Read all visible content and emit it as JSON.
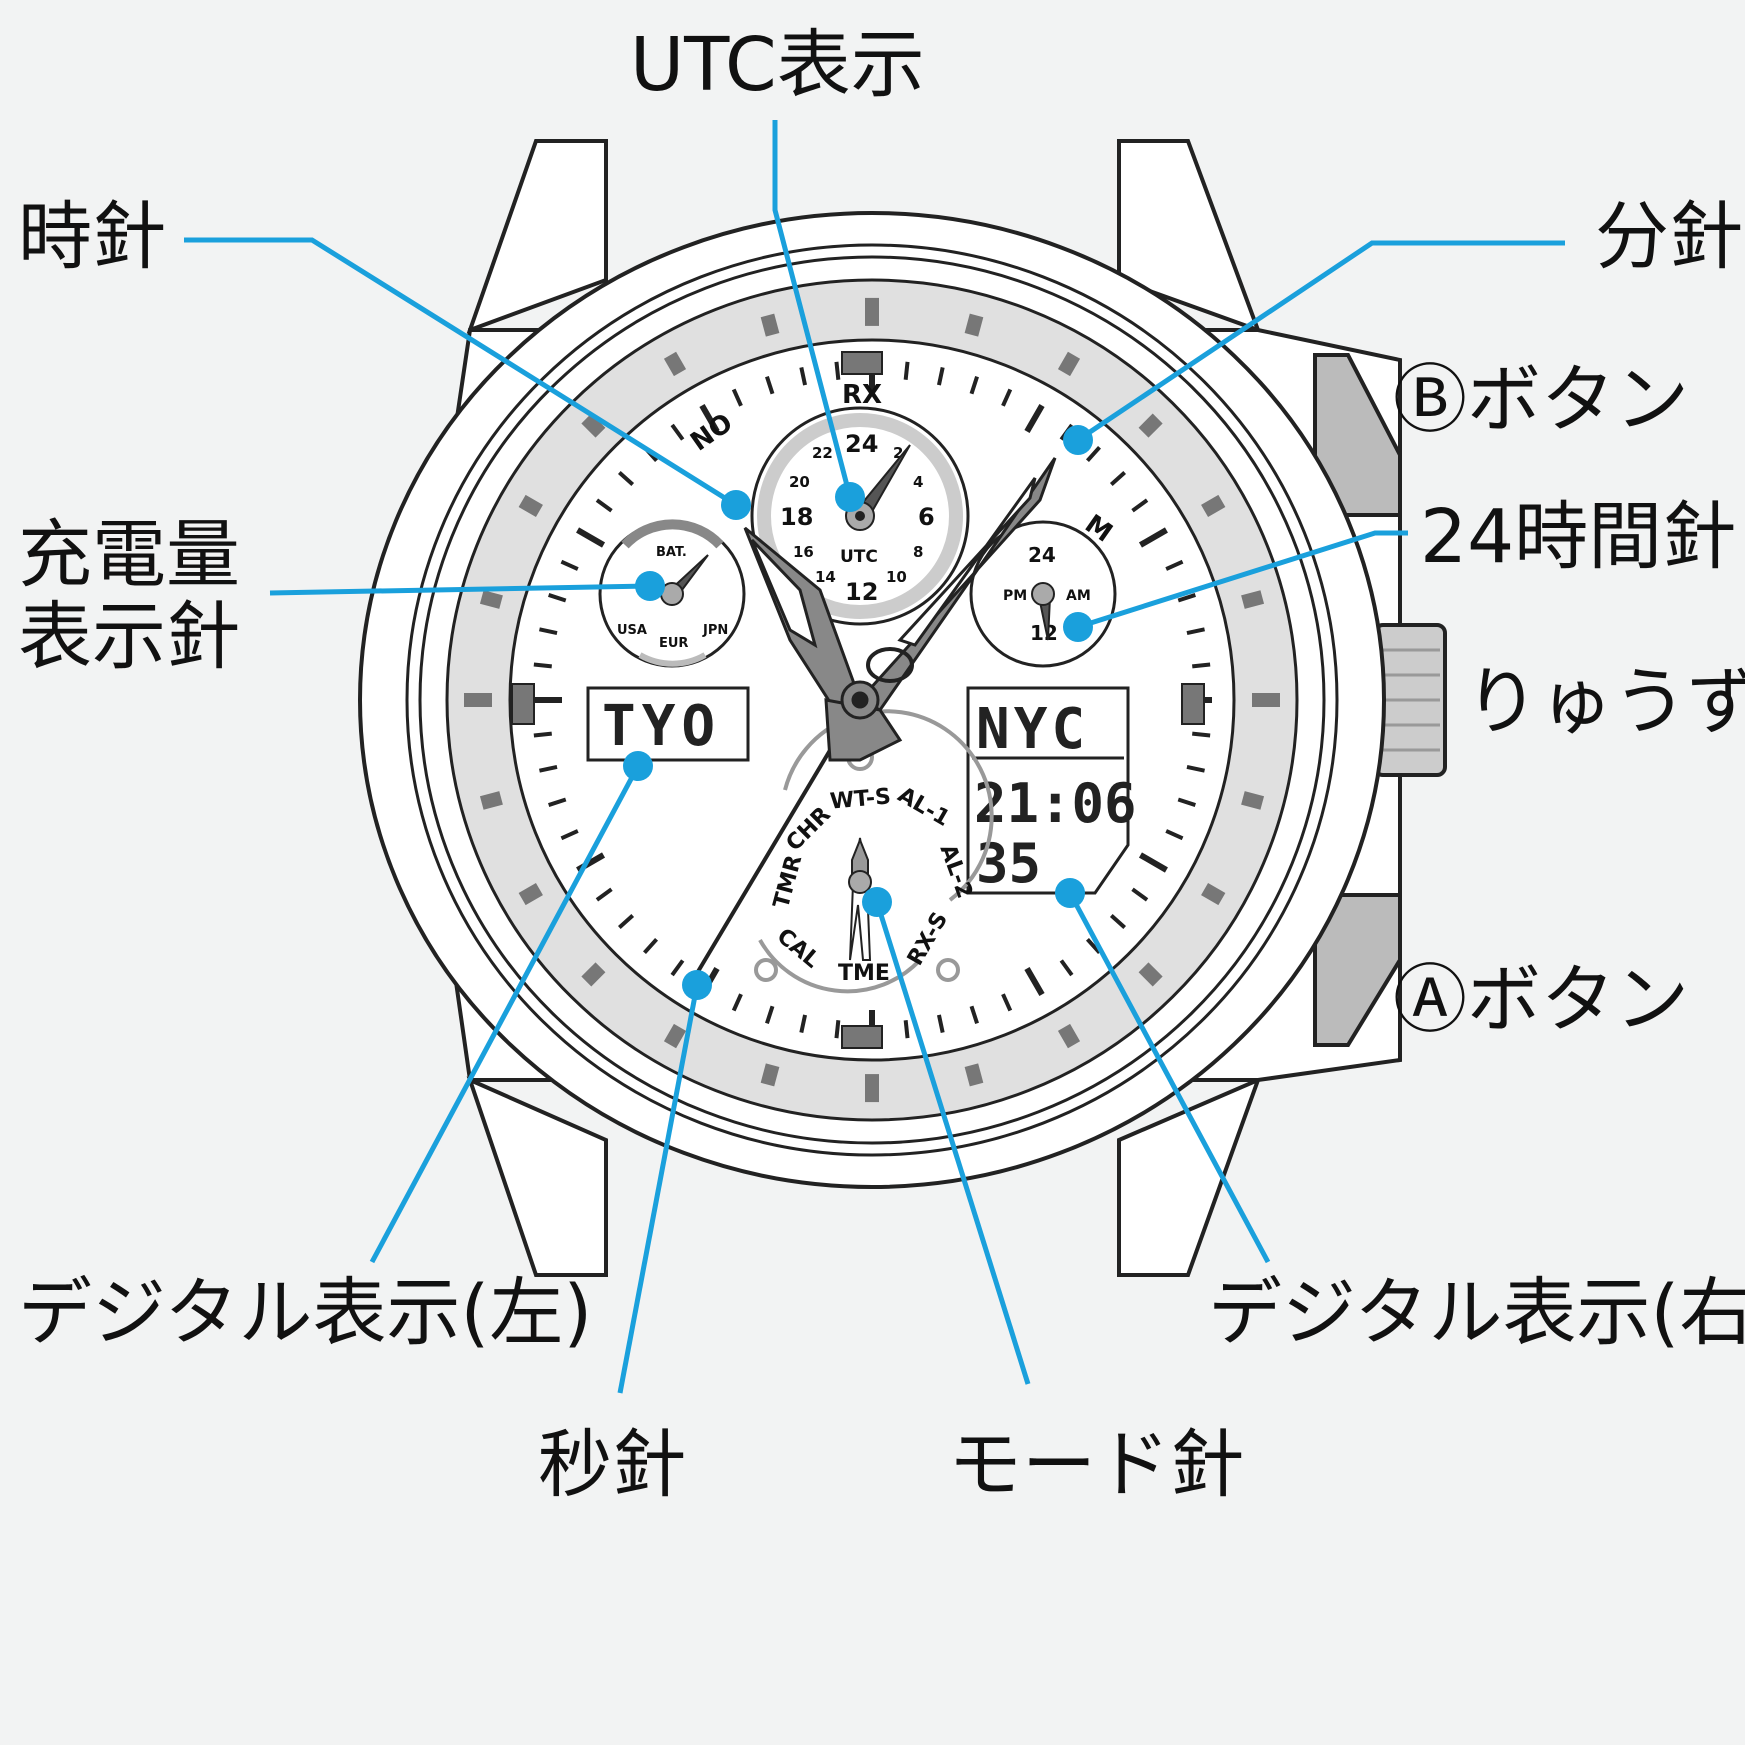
{
  "labels": {
    "utc": "UTC表示",
    "hour_hand": "時針",
    "minute_hand": "分針",
    "b_button": "Ⓑボタン",
    "charge_line1": "充電量",
    "charge_line2": "表示針",
    "hour24_hand": "24時間針",
    "crown": "りゅうず",
    "a_button": "Ⓐボタン",
    "digital_left": "デジタル表示(左)",
    "digital_right": "デジタル表示(右)",
    "second_hand": "秒針",
    "mode_hand": "モード針"
  },
  "dial": {
    "no": "NO",
    "rx": "RX",
    "m": "M",
    "utc_sub": {
      "title": "UTC",
      "top": "24",
      "n2": "2",
      "n4": "4",
      "n6": "6",
      "n8": "8",
      "n10": "10",
      "n12": "12",
      "n14": "14",
      "n16": "16",
      "n18": "18",
      "n20": "20",
      "n22": "22"
    },
    "battery_sub": {
      "bat": "BAT.",
      "usa": "USA",
      "eur": "EUR",
      "jpn": "JPN"
    },
    "hour24_sub": {
      "top": "24",
      "bottom": "12",
      "pm": "PM",
      "am": "AM"
    },
    "mode_ring": [
      "TMR",
      "CHR",
      "WT-S",
      "AL-1",
      "AL-2",
      "RX-S",
      "TME",
      "CAL"
    ],
    "lcd_left": "TYO",
    "lcd_right_city": "NYC",
    "lcd_right_time": "21:06",
    "lcd_right_sec": "35"
  },
  "colors": {
    "leader": "#1aa0dc",
    "background": "#f2f3f3",
    "ring": "#e0e0e0",
    "marker": "#777777"
  }
}
